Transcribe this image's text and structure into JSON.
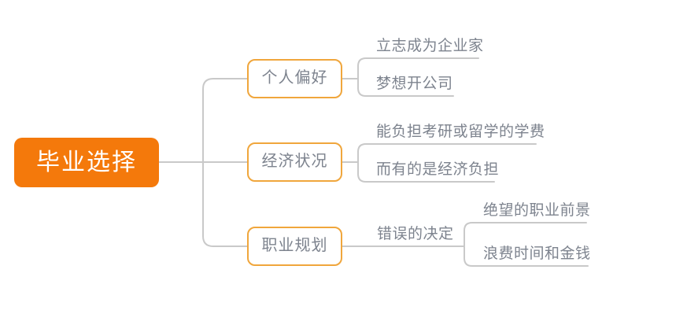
{
  "mindmap": {
    "root": {
      "label": "毕业选择"
    },
    "branches": [
      {
        "label": "个人偏好",
        "children": [
          {
            "label": "立志成为企业家"
          },
          {
            "label": "梦想开公司"
          }
        ]
      },
      {
        "label": "经济状况",
        "children": [
          {
            "label": "能负担考研或留学的学费"
          },
          {
            "label": "而有的是经济负担"
          }
        ]
      },
      {
        "label": "职业规划",
        "children": [
          {
            "label": "错误的决定",
            "children": [
              {
                "label": "绝望的职业前景"
              },
              {
                "label": "浪费时间和金钱"
              }
            ]
          }
        ]
      }
    ],
    "colors": {
      "root_fill": "#F4790B",
      "root_text": "#FFFFFF",
      "branch_border": "#F0A63C",
      "node_text": "#7D838E",
      "connector": "#C9C9C9"
    }
  }
}
